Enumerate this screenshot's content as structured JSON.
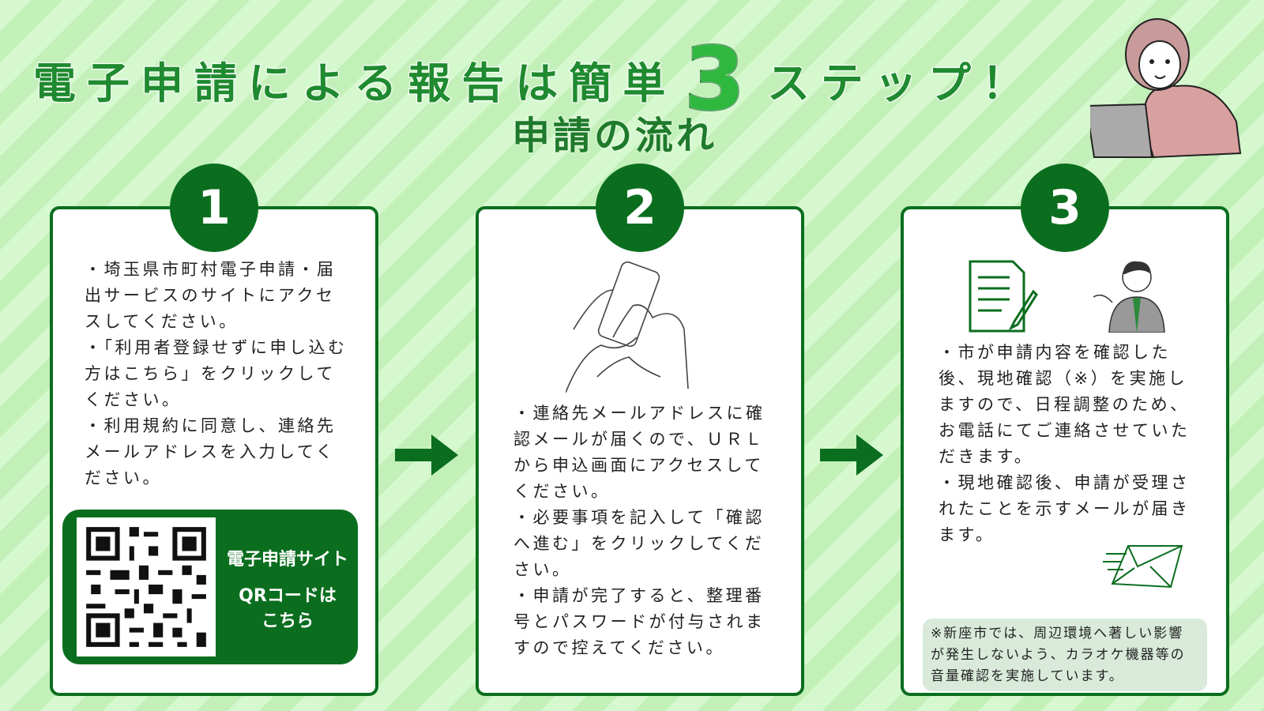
{
  "header": {
    "title_before": "電子申請による報告は簡単",
    "title_number": "3",
    "title_after": "ステップ！",
    "subtitle": "申請の流れ"
  },
  "steps": [
    {
      "number": "1",
      "lines": [
        "・埼玉県市町村電子申請・届",
        "出サービスのサイトにアクセ",
        "スしてください。",
        "・「利用者登録せずに申し込む",
        "方はこちら」をクリックして",
        "ください。",
        "・利用規約に同意し、連絡先",
        "メールアドレスを入力してく",
        "ださい。"
      ],
      "qr_label_1": "電子申請サイト",
      "qr_label_2": "QRコードは",
      "qr_label_3": "こちら"
    },
    {
      "number": "2",
      "lines": [
        "・連絡先メールアドレスに確",
        "認メールが届くので、ＵＲＬ",
        "から申込画面にアクセスして",
        "ください。",
        "・必要事項を記入して「確認",
        "へ進む」をクリックしてくだ",
        "さい。",
        "・申請が完了すると、整理番",
        "号とパスワードが付与されま",
        "すので控えてください。"
      ]
    },
    {
      "number": "3",
      "lines": [
        "・市が申請内容を確認した",
        "後、現地確認（※）を実施し",
        "ますので、日程調整のため、",
        "お電話にてご連絡させていた",
        "だきます。",
        "・現地確認後、申請が受理さ",
        "れたことを示すメールが届き",
        "ます。"
      ],
      "note_lines": [
        "※新座市では、周辺環境へ著しい影響",
        "が発生しないよう、カラオケ機器等の",
        "音量確認を実施しています。"
      ]
    }
  ],
  "colors": {
    "accent": "#0b6e1f",
    "title": "#1f8a2f",
    "background": "#c3f0b9"
  }
}
